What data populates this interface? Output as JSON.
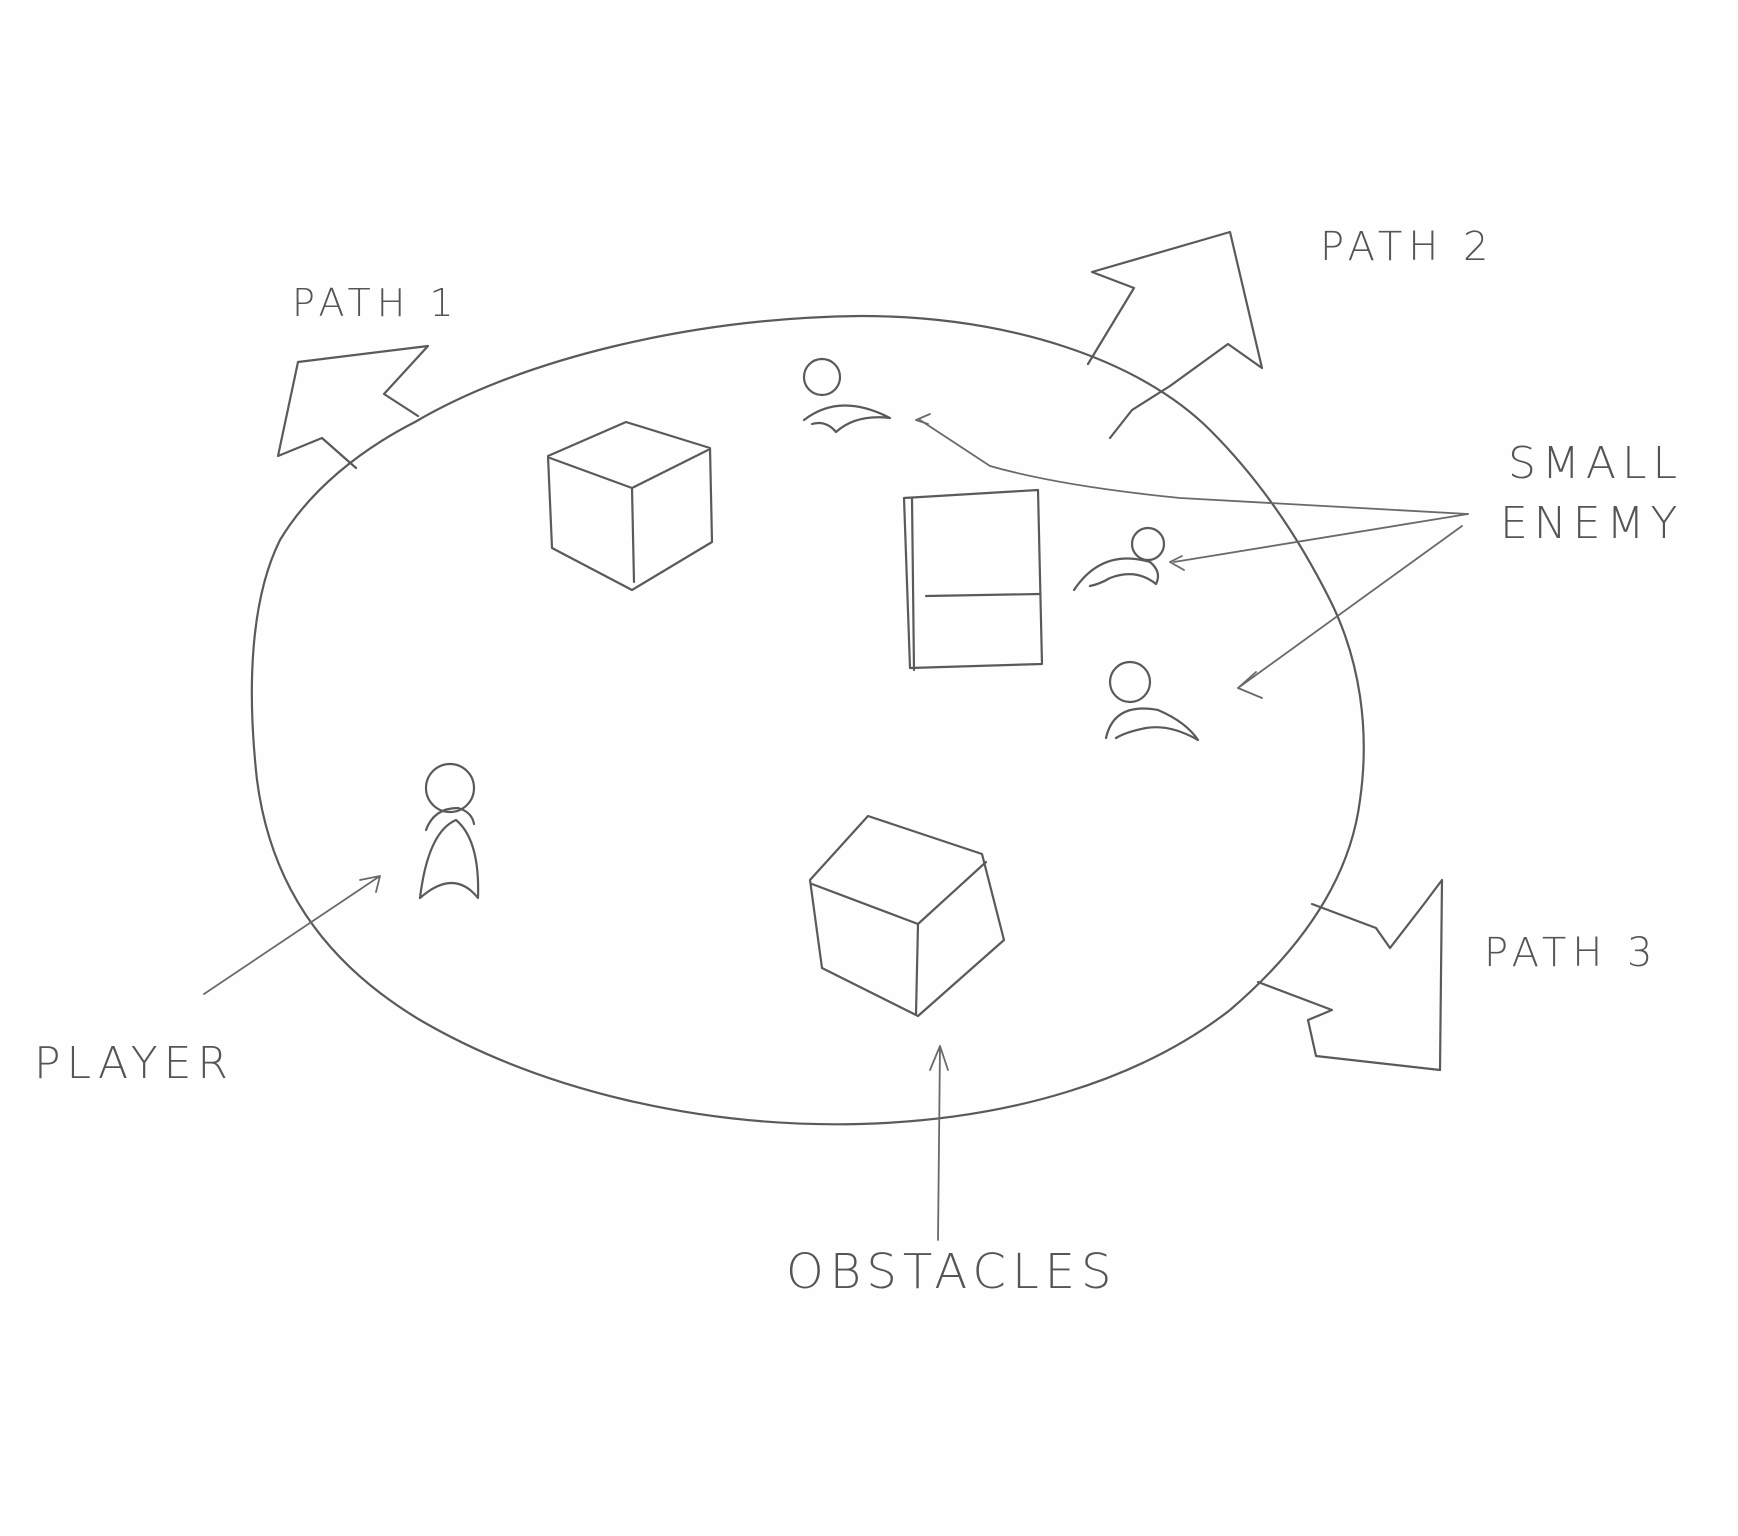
{
  "labels": {
    "path_top_left": "PATH 1",
    "path_top_right": "PATH 2",
    "path_bottom_right": "PATH 3",
    "small_enemy_line1": "SMALL",
    "small_enemy_line2": "ENEMY",
    "player": "PLAYER",
    "obstacles": "OBSTACLES"
  },
  "colors": {
    "ink": "#5a5a5a",
    "paper": "#fefefe"
  }
}
